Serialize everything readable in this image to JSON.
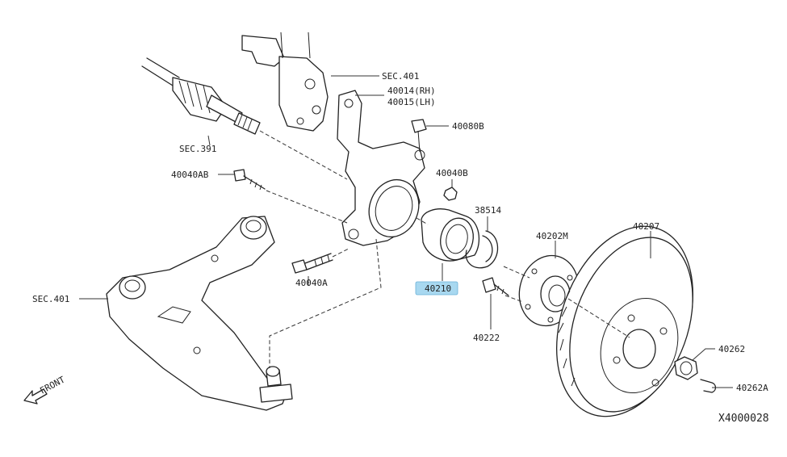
{
  "labels": {
    "sec401_top": "SEC.401",
    "knuckle_rh": "40014(RH)",
    "knuckle_lh": "40015(LH)",
    "bolt_40080b": "40080B",
    "sec391": "SEC.391",
    "bolt_40040ab": "40040AB",
    "nut_40040b": "40040B",
    "snap_ring": "38514",
    "hub": "40202M",
    "rotor": "40207",
    "bolt_40040a": "40040A",
    "sec401_left": "SEC.401",
    "bearing": "40210",
    "hub_bolt": "40222",
    "hub_nut": "40262",
    "cotter_pin": "40262A",
    "front": "FRONT",
    "diagram_code": "X4000028"
  },
  "colors": {
    "highlight": "#a8d8f0",
    "line": "#222222"
  }
}
